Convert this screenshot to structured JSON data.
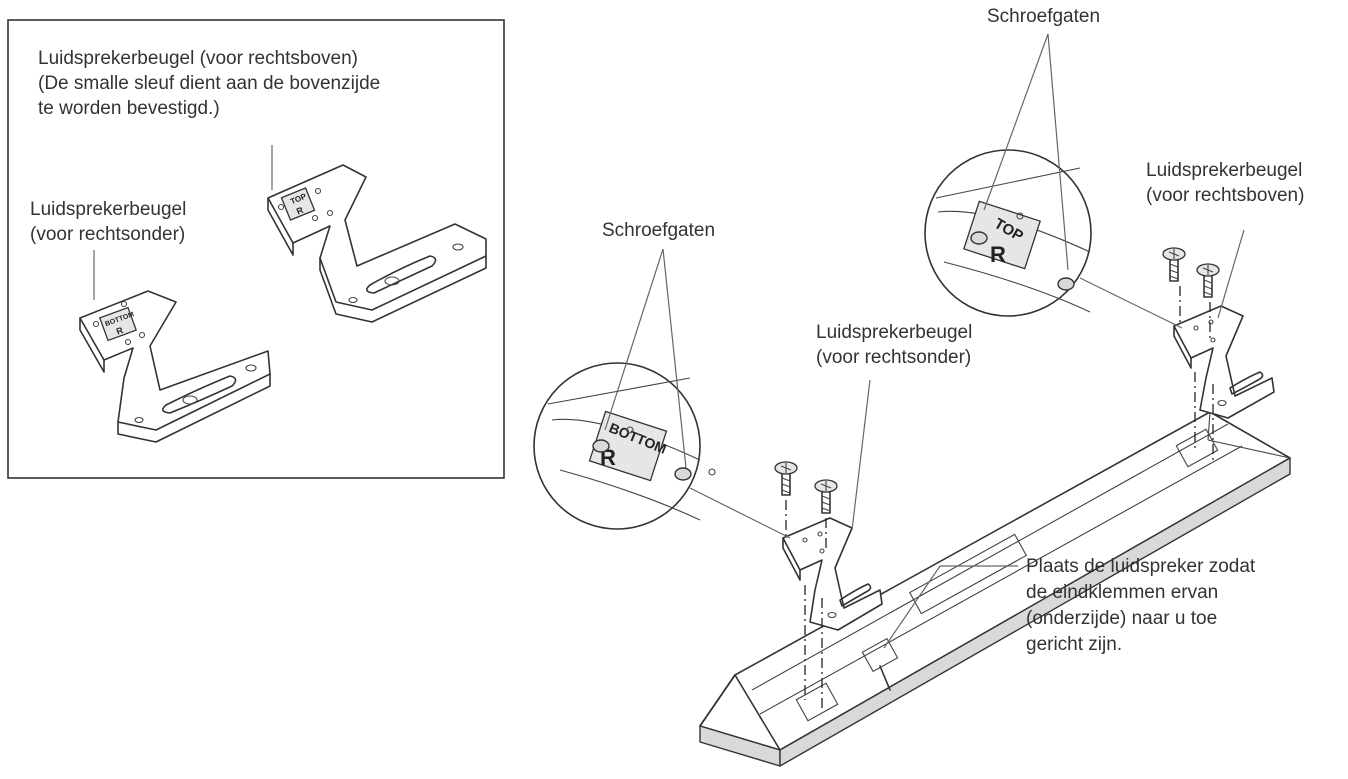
{
  "inset": {
    "top_bracket_label": [
      "Luidsprekerbeugel (voor rechtsboven)",
      "(De smalle sleuf dient aan de bovenzijde",
      "te worden bevestigd.)"
    ],
    "bottom_bracket_label": [
      "Luidsprekerbeugel",
      "(voor rechtsonder)"
    ]
  },
  "main": {
    "screw_holes_label_top": "Schroefgaten",
    "screw_holes_label_bottom": "Schroefgaten",
    "top_bracket_label": [
      "Luidsprekerbeugel",
      "(voor rechtsboven)"
    ],
    "bottom_bracket_label": [
      "Luidsprekerbeugel",
      "(voor rechtsonder)"
    ],
    "placement_note": [
      "Plaats de luidspreker zodat",
      "de eindklemmen ervan",
      "(onderzijde) naar u toe",
      "gericht zijn."
    ]
  },
  "plate_marks": {
    "top_word": "TOP",
    "bottom_word": "BOTTOM",
    "side": "R"
  }
}
